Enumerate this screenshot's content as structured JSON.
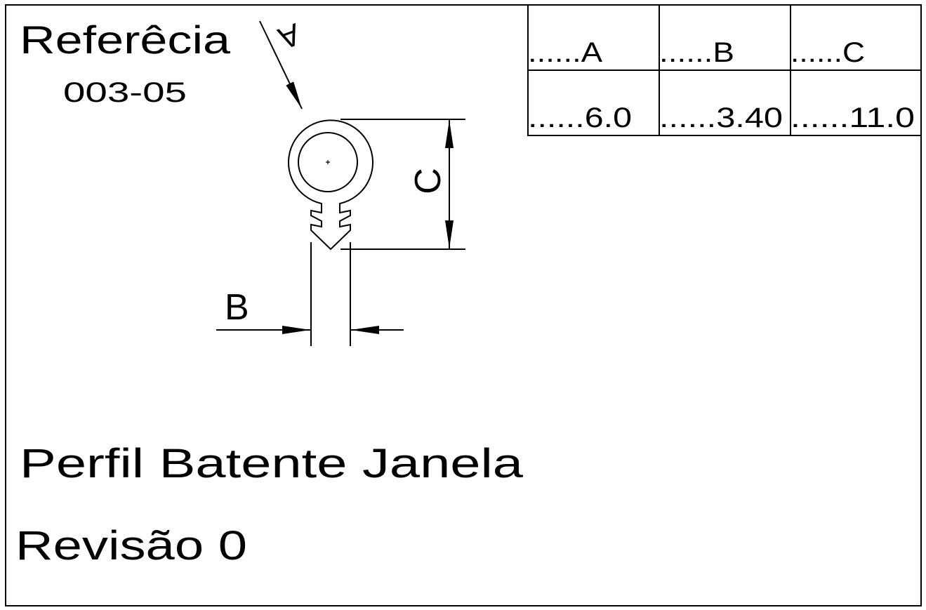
{
  "drawing": {
    "reference_label": "Referêcia",
    "reference_code": "003-05",
    "view_label": "A",
    "title": "Perfil Batente Janela",
    "revision": "Revisão 0",
    "dimension_labels": {
      "b": "B",
      "c": "C"
    }
  },
  "table": {
    "headers": [
      "......A",
      "......B",
      "......C"
    ],
    "values": [
      "......6.0",
      "......3.40",
      "......11.0"
    ]
  },
  "colors": {
    "line": "#000000",
    "background": "#ffffff"
  }
}
